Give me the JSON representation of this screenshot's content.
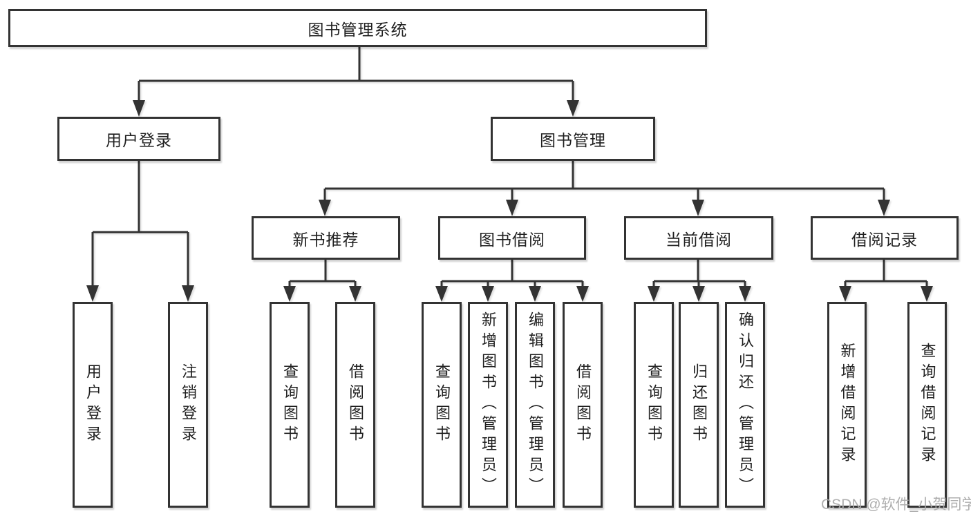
{
  "tree": {
    "root": {
      "label": "图书管理系统",
      "children": [
        {
          "label": "用户登录",
          "children": [
            {
              "label": "用户登录"
            },
            {
              "label": "注销登录"
            }
          ]
        },
        {
          "label": "图书管理",
          "children": [
            {
              "label": "新书推荐",
              "children": [
                {
                  "label": "查询图书"
                },
                {
                  "label": "借阅图书"
                }
              ]
            },
            {
              "label": "图书借阅",
              "children": [
                {
                  "label": "查询图书"
                },
                {
                  "label": "新增图书（管理员）"
                },
                {
                  "label": "编辑图书（管理员）"
                },
                {
                  "label": "借阅图书"
                }
              ]
            },
            {
              "label": "当前借阅",
              "children": [
                {
                  "label": "查询图书"
                },
                {
                  "label": "归还图书"
                },
                {
                  "label": "确认归还（管理员）"
                }
              ]
            },
            {
              "label": "借阅记录",
              "children": [
                {
                  "label": "新增借阅记录"
                },
                {
                  "label": "查询借阅记录"
                }
              ]
            }
          ]
        }
      ]
    }
  },
  "watermark": {
    "text": "CSDN @软件_小贺同学"
  },
  "colors": {
    "line": "#333333",
    "box_border": "#333333",
    "box_fill": "#ffffff",
    "text": "#1f1f1f",
    "watermark": "#aaaaaa",
    "background": "#ffffff"
  }
}
